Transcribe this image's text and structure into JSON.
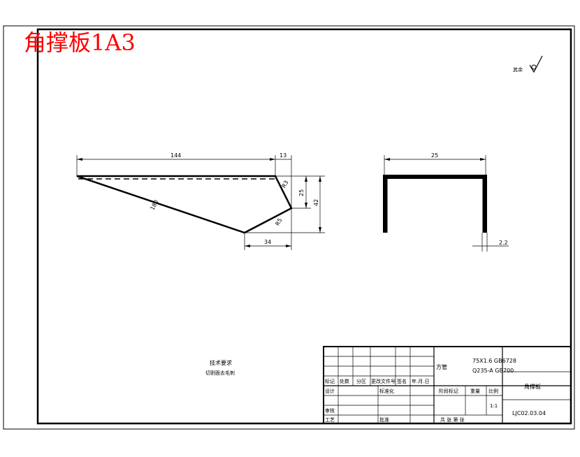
{
  "drawing": {
    "title_overlay": "角撑板1A3",
    "roughness_note": "其余",
    "technical_requirements": {
      "heading": "技术要求",
      "line1": "切割面去毛刺"
    },
    "front_view": {
      "dim_top_length": "144",
      "dim_top_right": "13",
      "dim_right_inner": "25",
      "dim_right_outer": "42",
      "dim_bottom": "34",
      "label_long_edge": "180",
      "label_upper_right": "R3",
      "label_lower_right": "R5"
    },
    "side_view": {
      "dim_width": "25",
      "dim_thickness": "2.2"
    }
  },
  "title_block": {
    "material_line1": "75X1.6  GB6728",
    "material_line2": "Q235-A  GB700",
    "material_prefix": "方管",
    "part_name": "角撑板",
    "drawing_number": "LJC02.03.04",
    "headers": {
      "mark": "标记",
      "count": "处数",
      "zone": "分区",
      "change_doc": "更改文件号",
      "signature": "签名",
      "date": "年.月.日",
      "design": "设计",
      "standardize": "标准化",
      "review": "审核",
      "process": "工艺",
      "approve": "批准",
      "stage_mark": "阶段标记",
      "weight": "重量",
      "scale": "比例",
      "scale_value": "1:1",
      "sheets": "共  张  第  张"
    }
  },
  "colors": {
    "line": "#000000",
    "overlay_red": "#ff0000"
  }
}
